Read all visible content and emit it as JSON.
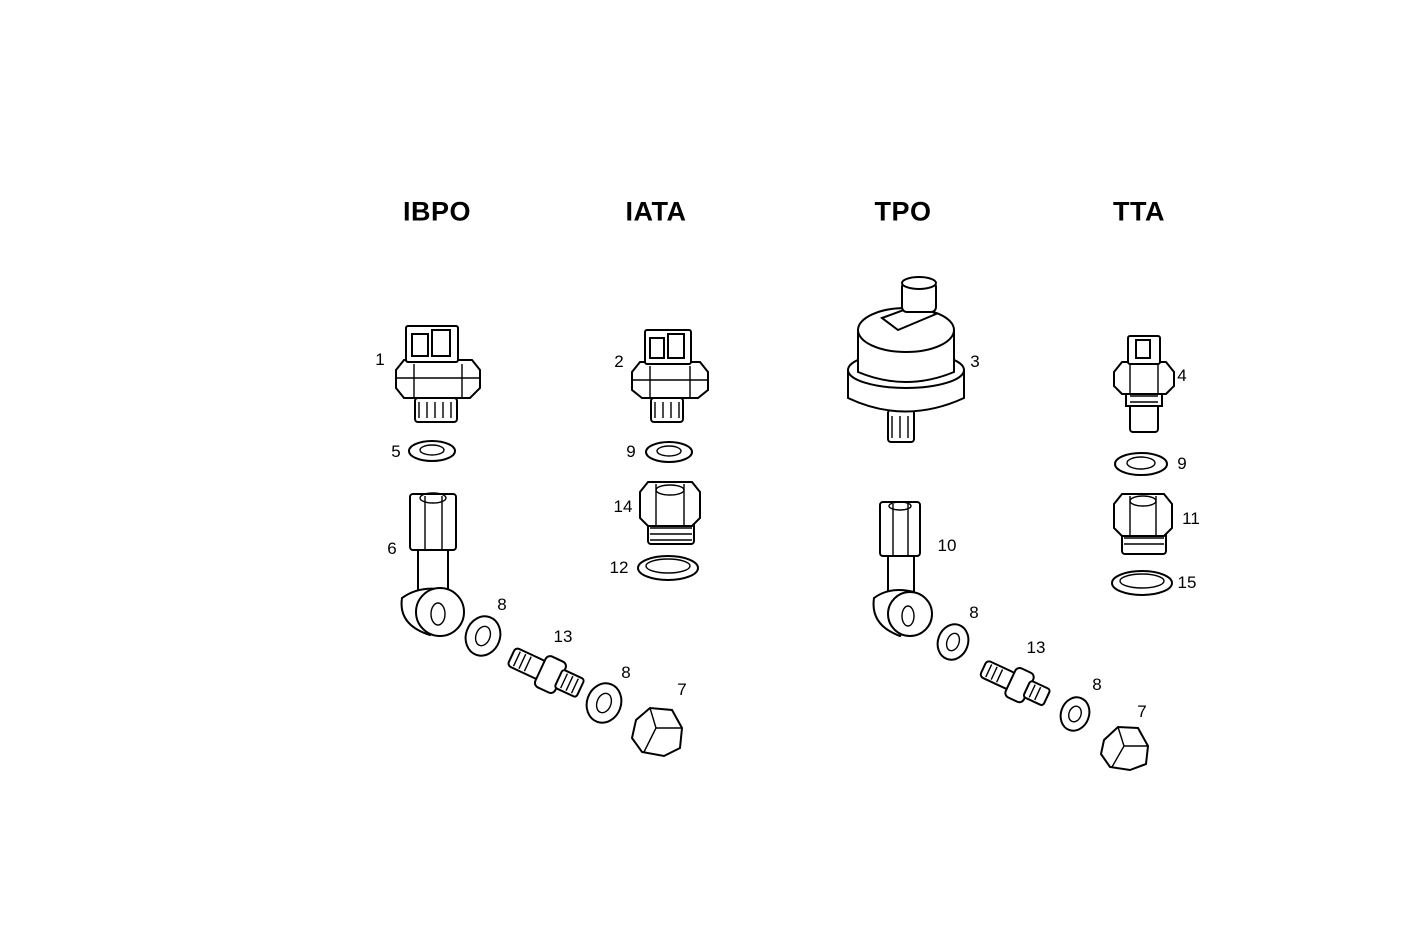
{
  "headings": [
    "IBPO",
    "IATA",
    "TPO",
    "TTA"
  ],
  "callouts": [
    "1",
    "2",
    "3",
    "4",
    "5",
    "9",
    "9",
    "14",
    "11",
    "6",
    "10",
    "12",
    "15",
    "8",
    "8",
    "13",
    "13",
    "8",
    "8",
    "7",
    "7"
  ]
}
